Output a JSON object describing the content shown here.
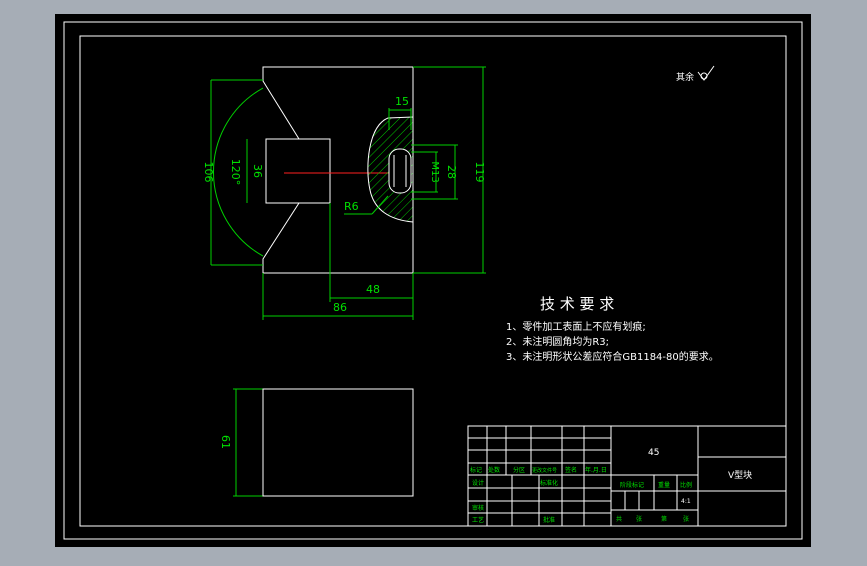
{
  "drawing": {
    "roughness_note": "其余",
    "dimensions": {
      "d15": "15",
      "d106": "106",
      "d120deg": "120°",
      "d36": "36",
      "dM13": "M13",
      "d28": "28",
      "d119": "119",
      "dR6": "R6",
      "d48": "48",
      "d86": "86",
      "d61": "61"
    }
  },
  "tech_requirements": {
    "title": "技 术 要 求",
    "items": [
      "1、零件加工表面上不应有划痕;",
      "2、未注明圆角均为R3;",
      "3、未注明形状公差应符合GB1184-80的要求。"
    ]
  },
  "title_block": {
    "material": "45",
    "part_name": "V型块",
    "header_labels": [
      "标记",
      "处数",
      "分区",
      "更改文件号",
      "签名",
      "年.月.日"
    ],
    "design_label": "设计",
    "standardize_label": "标准化",
    "stage_mark_label": "阶段标记",
    "weight_label": "重量",
    "scale_label": "比例",
    "scale_value": "4:1",
    "review_label": "审核",
    "process_label": "工艺",
    "approve_label": "批准",
    "sheets_left": "共",
    "sheets_unit1": "张",
    "sheets_right": "第",
    "sheets_unit2": "张"
  }
}
